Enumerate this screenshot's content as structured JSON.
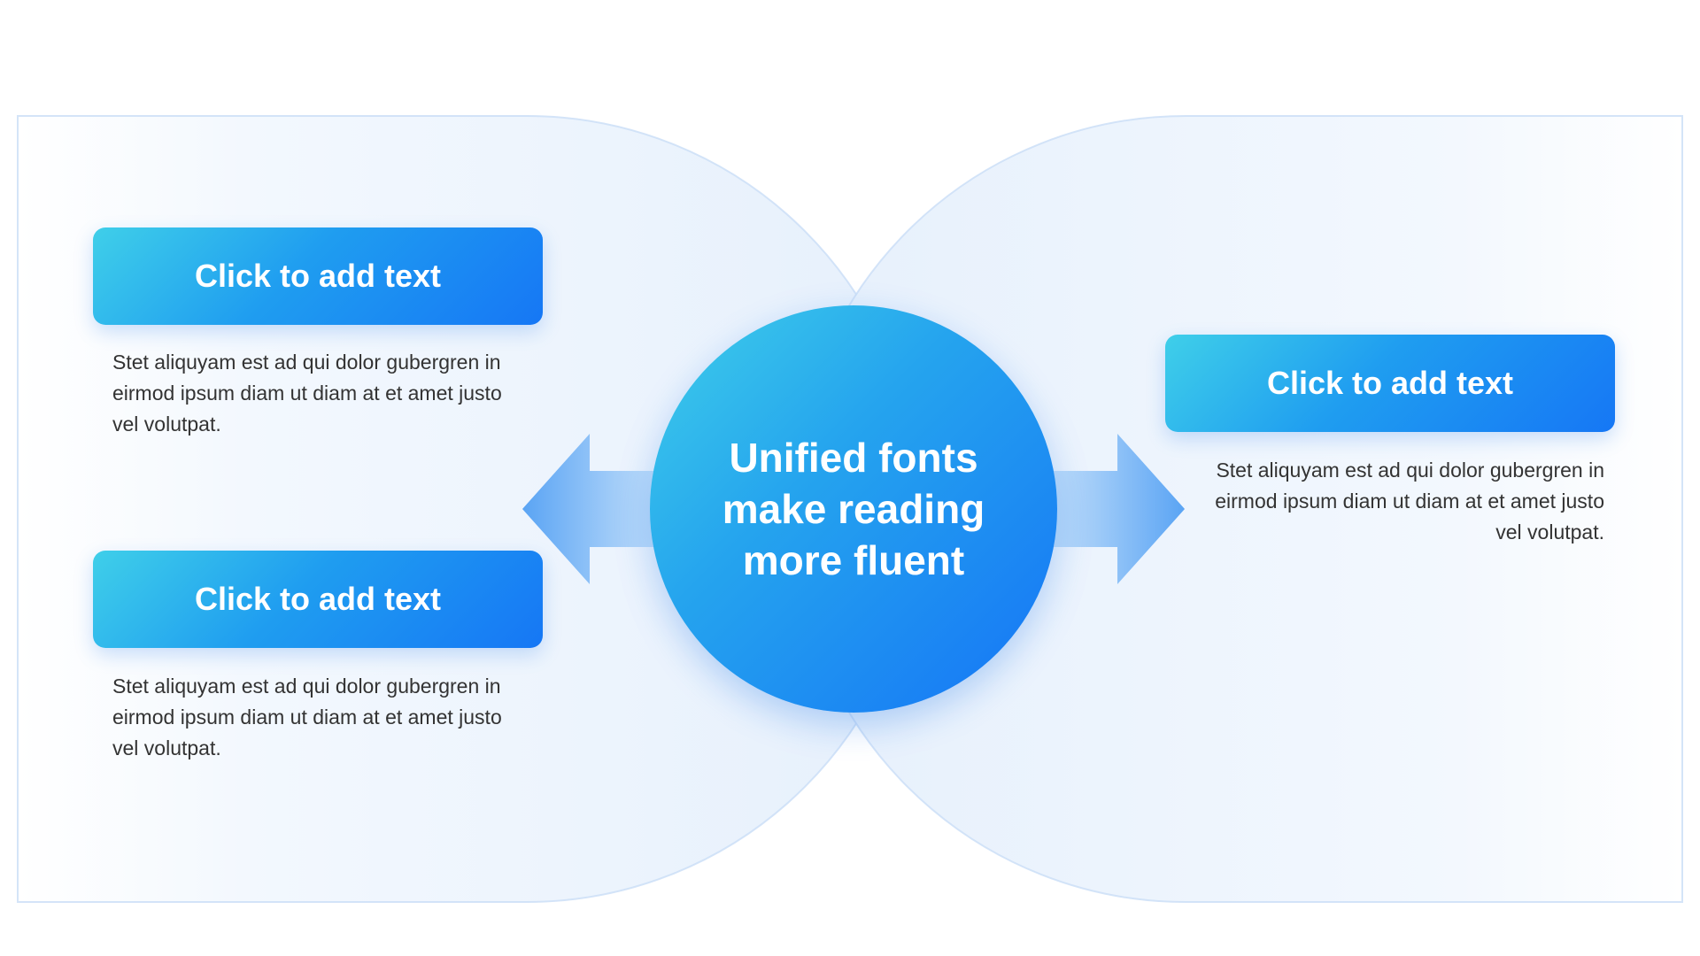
{
  "center": {
    "title": "Unified fonts make reading more fluent"
  },
  "items": [
    {
      "label": "Click to add text",
      "description": "Stet aliquyam est ad qui dolor gubergren in eirmod ipsum diam ut diam at et amet justo vel volutpat."
    },
    {
      "label": "Click to add text",
      "description": "Stet aliquyam est ad qui dolor gubergren in eirmod ipsum diam ut diam at et amet justo vel volutpat."
    },
    {
      "label": "Click to add text",
      "description": "Stet aliquyam est ad qui dolor gubergren in eirmod ipsum diam ut diam at et amet justo vel volutpat."
    }
  ],
  "colors": {
    "accent_light": "#3fcfe9",
    "accent_dark": "#1574f6",
    "panel_tint": "#e8f2fd",
    "text": "#333333"
  }
}
